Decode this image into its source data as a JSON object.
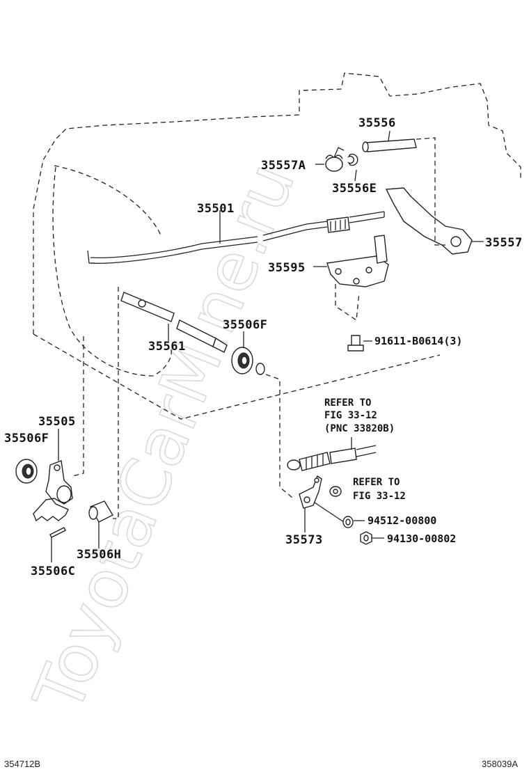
{
  "watermark": "ToyotaCarMine.ru",
  "parts": {
    "p35556": "35556",
    "p35557A": "35557A",
    "p35556E": "35556E",
    "p35501": "35501",
    "p35557": "35557",
    "p35595": "35595",
    "p35506F_top": "35506F",
    "p91611": "91611-B0614(3)",
    "p35561": "35561",
    "p35505": "35505",
    "p35506F_left": "35506F",
    "p35506H": "35506H",
    "p35506C": "35506C",
    "p35573": "35573",
    "p94512": "94512-00800",
    "p94130": "94130-00802"
  },
  "notes": {
    "refer1_line1": "REFER TO",
    "refer1_line2": "FIG 33-12",
    "refer1_line3": "(PNC 33820B)",
    "refer2_line1": "REFER TO",
    "refer2_line2": "FIG 33-12"
  },
  "footer": {
    "left_code": "354712B",
    "right_code": "358039A"
  }
}
